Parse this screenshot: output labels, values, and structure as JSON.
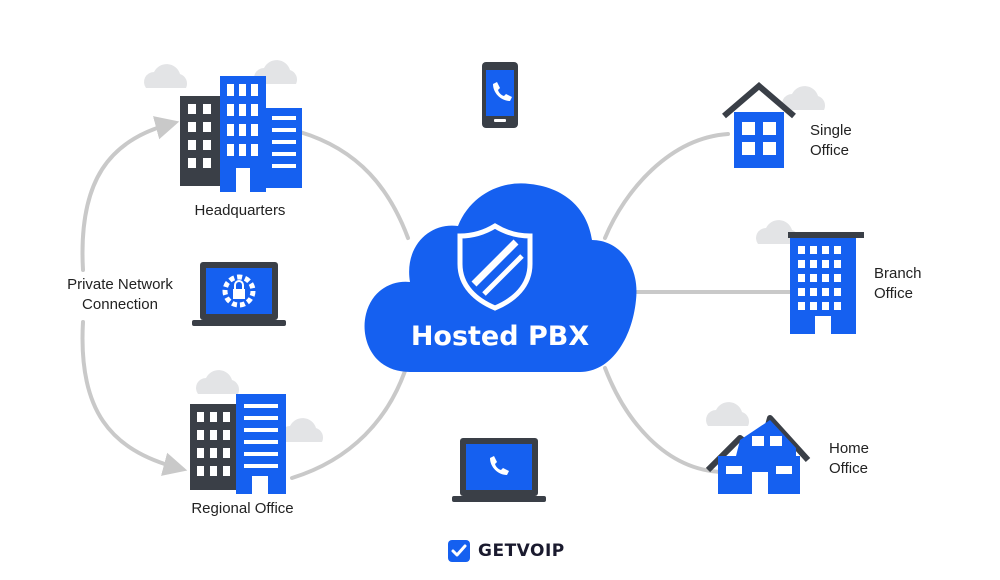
{
  "diagram": {
    "center_label": "Hosted PBX",
    "nodes": {
      "headquarters": "Headquarters",
      "regional_office": "Regional Office",
      "private_network_line1": "Private Network",
      "private_network_line2": "Connection",
      "single_office_line1": "Single",
      "single_office_line2": "Office",
      "branch_office_line1": "Branch",
      "branch_office_line2": "Office",
      "home_office_line1": "Home",
      "home_office_line2": "Office"
    },
    "icons": [
      "cloud-icon",
      "shield-icon",
      "office-building-icon",
      "smartphone-phone-icon",
      "laptop-lock-icon",
      "laptop-phone-icon",
      "house-icon"
    ]
  },
  "brand": {
    "name": "GETVOIP"
  },
  "colors": {
    "blue": "#1560f0",
    "dark": "#3a3f47",
    "line": "#c9c9c9",
    "cloud_grey": "#e3e4e6"
  }
}
